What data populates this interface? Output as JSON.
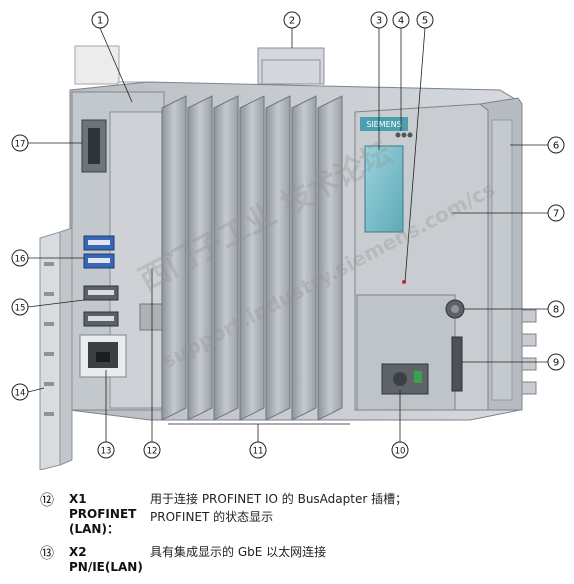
{
  "callouts": [
    {
      "id": "c1",
      "label": "1"
    },
    {
      "id": "c2",
      "label": "2"
    },
    {
      "id": "c3",
      "label": "3"
    },
    {
      "id": "c4",
      "label": "4"
    },
    {
      "id": "c5",
      "label": "5"
    },
    {
      "id": "c6",
      "label": "6"
    },
    {
      "id": "c7",
      "label": "7"
    },
    {
      "id": "c8",
      "label": "8"
    },
    {
      "id": "c9",
      "label": "9"
    },
    {
      "id": "c10",
      "label": "10"
    },
    {
      "id": "c11",
      "label": "11"
    },
    {
      "id": "c12",
      "label": "12"
    },
    {
      "id": "c13",
      "label": "13"
    },
    {
      "id": "c14",
      "label": "14"
    },
    {
      "id": "c15",
      "label": "15"
    },
    {
      "id": "c16",
      "label": "16"
    },
    {
      "id": "c17",
      "label": "17"
    }
  ],
  "device": {
    "brand_label": "SIEMENS"
  },
  "watermark": {
    "main_cn": "西门子工业 技术论坛",
    "main_url": "support.industry.siemens.com/cs"
  },
  "legend": [
    {
      "num": "⑫",
      "term": "X1\nPROFINET\n(LAN)：",
      "desc_lines": [
        "用于连接 PROFINET IO 的 BusAdapter 插槽；",
        "PROFINET 的状态显示"
      ]
    },
    {
      "num": "⑬",
      "term": "X2\nPN/IE(LAN)",
      "desc_lines": [
        "具有集成显示的 GbE 以太网连接"
      ]
    }
  ]
}
